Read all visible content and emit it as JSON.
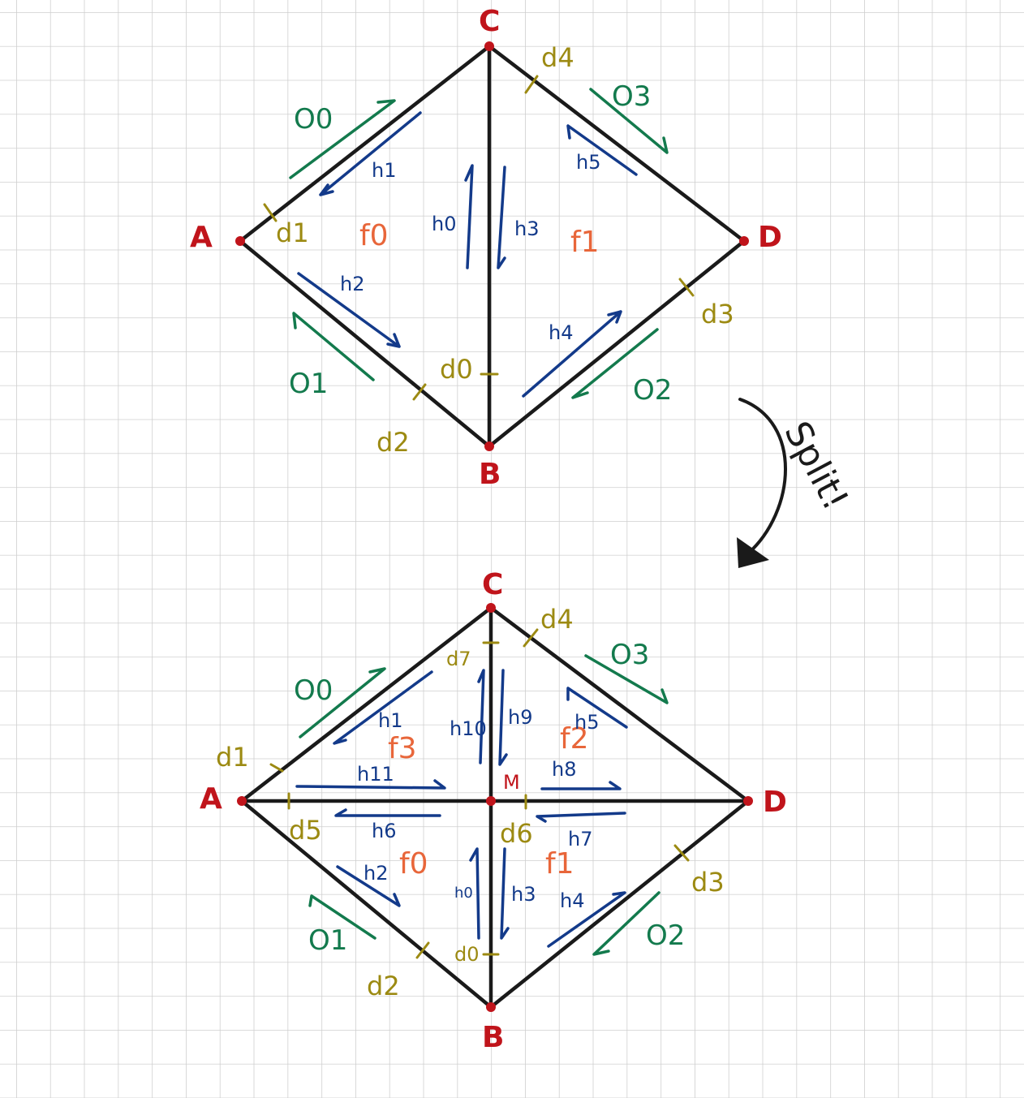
{
  "colors": {
    "grid": "#cfcfcf",
    "edge": "#1a1a1a",
    "vertex": "#c0141b",
    "halfedge": "#133a8a",
    "outer": "#137a4d",
    "face": "#e8663a",
    "dart": "#9c8a12"
  },
  "arrow_label": "Split!",
  "top": {
    "vertices": {
      "A": "A",
      "B": "B",
      "C": "C",
      "D": "D"
    },
    "faces": [
      "f0",
      "f1"
    ],
    "halfedges": [
      "h0",
      "h1",
      "h2",
      "h3",
      "h4",
      "h5"
    ],
    "darts": [
      "d0",
      "d1",
      "d2",
      "d3",
      "d4"
    ],
    "outer": [
      "O0",
      "O1",
      "O2",
      "O3"
    ]
  },
  "bottom": {
    "vertices": {
      "A": "A",
      "B": "B",
      "C": "C",
      "D": "D",
      "M": "M"
    },
    "faces": [
      "f0",
      "f1",
      "f2",
      "f3"
    ],
    "halfedges": [
      "h0",
      "h1",
      "h2",
      "h3",
      "h4",
      "h5",
      "h6",
      "h7",
      "h8",
      "h9",
      "h10",
      "h11"
    ],
    "darts": [
      "d0",
      "d1",
      "d2",
      "d3",
      "d4",
      "d5",
      "d6",
      "d7"
    ],
    "outer": [
      "O0",
      "O1",
      "O2",
      "O3"
    ]
  }
}
